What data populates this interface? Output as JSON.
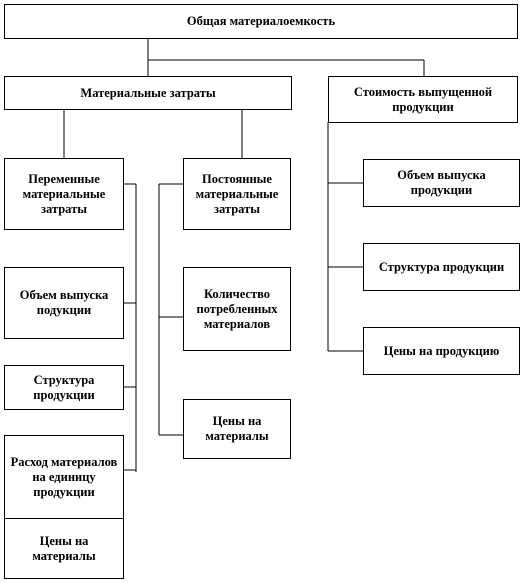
{
  "diagram": {
    "root": "Общая материалоемкость",
    "material_costs": "Материальные затраты",
    "output_value": "Стоимость выпущенной продукции",
    "variable_costs": "Переменные материальные затраты",
    "fixed_costs": "Постоянные материальные затраты",
    "var_children": [
      "Объем выпуска подукции",
      "Структура продукции",
      "Расход материалов на единицу продукции",
      "Цены на материалы"
    ],
    "fixed_children": [
      "Количество потребленных материалов",
      "Цены на материалы"
    ],
    "output_children": [
      "Объем выпуска продукции",
      "Структура продукции",
      "Цены на продукцию"
    ]
  }
}
